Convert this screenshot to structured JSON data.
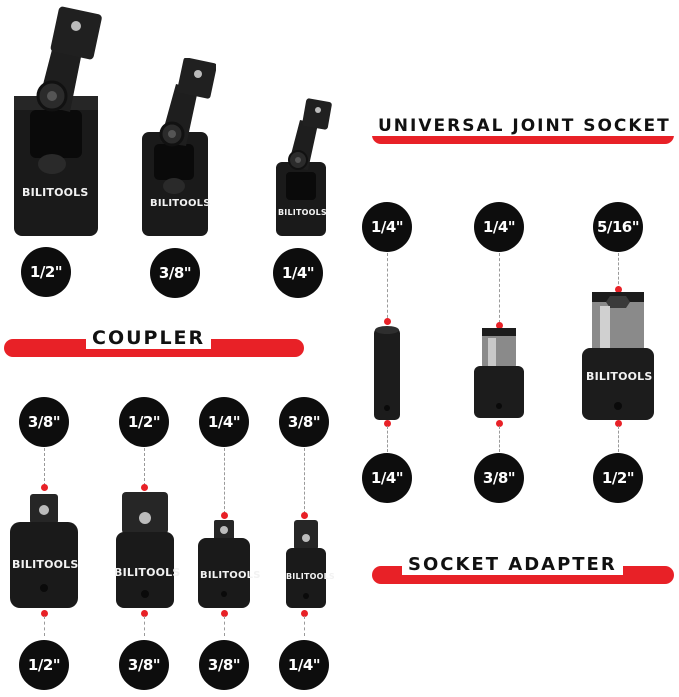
{
  "headings": {
    "universal": "UNIVERSAL JOINT SOCKET",
    "coupler": "COUPLER",
    "adapter": "SOCKET ADAPTER"
  },
  "brand": "BILITOOLS",
  "universal_joints": [
    {
      "size": "1/2\""
    },
    {
      "size": "3/8\""
    },
    {
      "size": "1/4\""
    }
  ],
  "socket_adapters": [
    {
      "top": "1/4\"",
      "bottom": "1/4\""
    },
    {
      "top": "1/4\"",
      "bottom": "3/8\""
    },
    {
      "top": "5/16\"",
      "bottom": "1/2\""
    }
  ],
  "couplers": [
    {
      "top": "3/8\"",
      "bottom": "1/2\""
    },
    {
      "top": "1/2\"",
      "bottom": "3/8\""
    },
    {
      "top": "1/4\"",
      "bottom": "3/8\""
    },
    {
      "top": "3/8\"",
      "bottom": "1/4\""
    }
  ],
  "colors": {
    "accent": "#e82127",
    "badge": "#0d0d0d",
    "tool": "#1c1c1c"
  }
}
